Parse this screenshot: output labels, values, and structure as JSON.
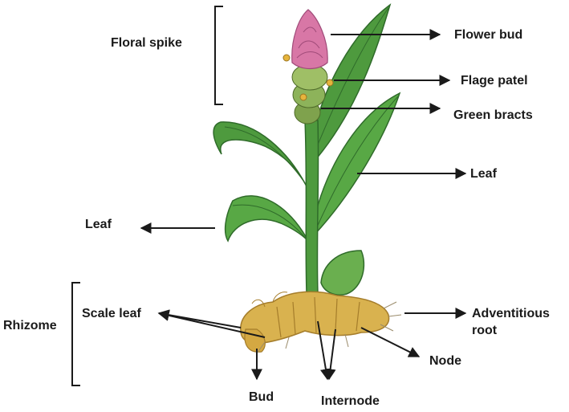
{
  "labels": {
    "floral_spike": "Floral spike",
    "flower_bud": "Flower bud",
    "flage_patel": "Flage patel",
    "green_bracts": "Green bracts",
    "leaf_right": "Leaf",
    "leaf_left": "Leaf",
    "rhizome": "Rhizome",
    "scale_leaf": "Scale leaf",
    "adventitious_line1": "Adventitious",
    "adventitious_line2": "root",
    "node": "Node",
    "bud": "Bud",
    "internode": "Internode"
  },
  "colors": {
    "leaf": "#4e9a3e",
    "leaf_dark": "#2f6b2a",
    "rhizome": "#d9b24f",
    "rhizome_dark": "#a57d2b",
    "flower": "#d877a6",
    "bract": "#7fa24d",
    "line": "#1a1a1a"
  }
}
